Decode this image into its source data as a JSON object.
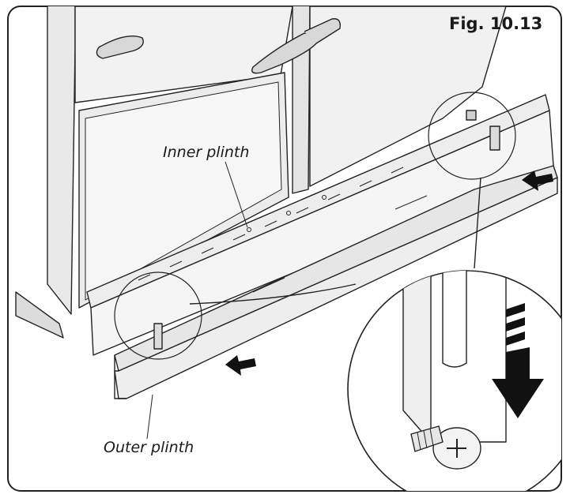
{
  "figure": {
    "number": "Fig. 10.13"
  },
  "callouts": {
    "inner": "Inner plinth",
    "outer": "Outer plinth"
  },
  "icons": [
    "push-arrow-icon",
    "down-arrow-icon",
    "screw-icon"
  ]
}
